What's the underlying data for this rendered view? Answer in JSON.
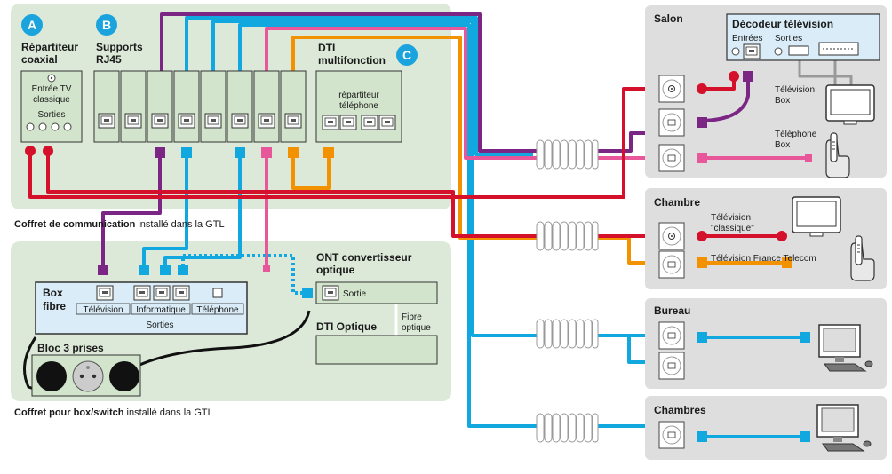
{
  "labels": {
    "A": "A",
    "B": "B",
    "C": "C",
    "repartiteur_1": "Répartiteur",
    "repartiteur_2": "coaxial",
    "supports_1": "Supports",
    "supports_2": "RJ45",
    "dti_1": "DTI",
    "dti_2": "multifonction",
    "entree_1": "Entrée TV",
    "entree_2": "classique",
    "sorties": "Sorties",
    "rep_tel_1": "répartiteur",
    "rep_tel_2": "téléphone",
    "coffret_comm_bold": "Coffret de communication",
    "coffret_comm_rest": " installé dans la GTL",
    "ont_1": "ONT convertisseur",
    "ont_2": "optique",
    "ont_sortie": "Sortie",
    "box_1": "Box",
    "box_2": "fibre",
    "box_tv": "Télévision",
    "box_info": "Informatique",
    "box_tel": "Téléphone",
    "box_sorties": "Sorties",
    "dti_optique": "DTI Optique",
    "fibre_1": "Fibre",
    "fibre_2": "optique",
    "bloc": "Bloc 3 prises",
    "coffret_box_bold": "Coffret pour box/switch",
    "coffret_box_rest": " installé dans la GTL",
    "salon": "Salon",
    "decodeur": "Décodeur télévision",
    "dec_entrees": "Entrées",
    "dec_sorties": "Sorties",
    "tv_box_1": "Télévision",
    "tv_box_2": "Box",
    "tel_box_1": "Téléphone",
    "tel_box_2": "Box",
    "chambre": "Chambre",
    "tv_classique_1": "Télévision",
    "tv_classique_2": "\"classique\"",
    "tv_ft": "Télévision France Telecom",
    "bureau": "Bureau",
    "chambres": "Chambres"
  },
  "colors": {
    "panel_green": "#dce9d8",
    "module_green": "#d2e4cb",
    "room_gray": "#dedede",
    "box_blue": "#d9ecf7",
    "red": "#d4102a",
    "purple": "#7b2585",
    "blue": "#11a8e0",
    "pink": "#e8579a",
    "orange": "#f39200",
    "badge_blue": "#1aa3dd"
  },
  "icons": [
    "coax-outlet-icon",
    "rj45-outlet-icon",
    "tv-icon",
    "phone-icon",
    "computer-icon",
    "radiator-icon",
    "power-socket-icon"
  ]
}
